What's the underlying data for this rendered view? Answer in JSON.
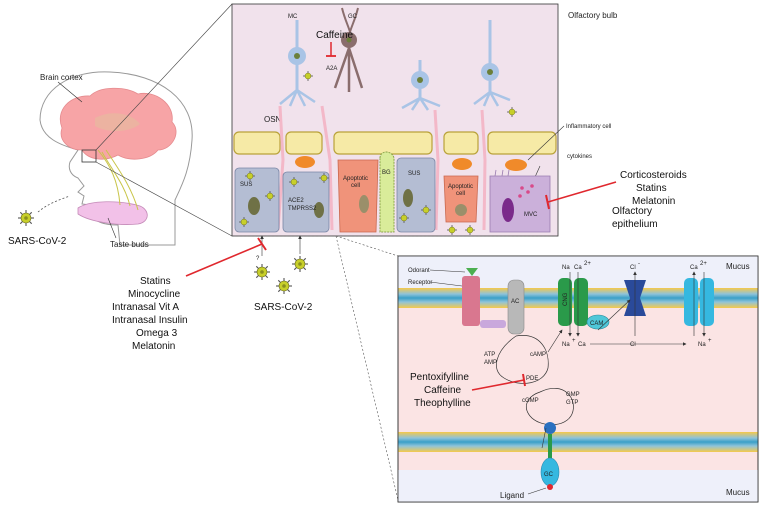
{
  "head": {
    "brain_cortex": "Brain cortex",
    "taste_buds": "Taste buds",
    "virus": "SARS-CoV-2"
  },
  "bulb": {
    "title": "Olfactory bulb",
    "mc": "MC",
    "gc": "GC",
    "caffeine": "Caffeine",
    "a2a": "A2A",
    "osn": "OSN"
  },
  "epithelium": {
    "title_line1": "Olfactory",
    "title_line2": "epithelium",
    "inflammatory_cell": "Inflammatory cell",
    "cytokines": "cytokines",
    "sus_left": "SUS",
    "sus_right": "SUS",
    "ace2": "ACE2",
    "tmprss2": "TMPRSS2",
    "apoptotic_left_1": "Apoptotic",
    "apoptotic_left_2": "cell",
    "apoptotic_right_1": "Apoptotic",
    "apoptotic_right_2": "cell",
    "bg": "BG",
    "mvc": "MVC",
    "question": "?",
    "virus": "SARS-CoV-2"
  },
  "drugs_left": [
    "Statins",
    "Minocycline",
    "Intranasal Vit A",
    "Intranasal Insulin",
    "Omega 3",
    "Melatonin"
  ],
  "drugs_right": [
    "Corticosteroids",
    "Statins",
    "Melatonin"
  ],
  "drugs_pde": [
    "Pentoxifylline",
    "Caffeine",
    "Theophylline"
  ],
  "signaling": {
    "mucus_top": "Mucus",
    "mucus_bottom": "Mucus",
    "odorant": "Odorant",
    "receptor": "Receptor",
    "ac": "AC",
    "cng": "CNG",
    "cam": "CAM",
    "na_top": "Na",
    "ca_top": "Ca",
    "ca_sup": "2+",
    "cl_top": "Cl",
    "cl_sup": "-",
    "ca_right": "Ca",
    "ca_right_sup": "2+",
    "na_in": "Na",
    "na_in_sup": "+",
    "ca_in": "Ca",
    "cl_in": "Cl",
    "na_right_in": "Na",
    "na_right_sup": "+",
    "atp": "ATP",
    "amp": "AMP",
    "camp": "cAMP",
    "pde": "PDE",
    "gmp": "GMP",
    "gtp": "GTP",
    "cgmp": "cGMP",
    "gc": "GC",
    "ligand": "Ligand"
  },
  "colors": {
    "bulb_bg": "#f1e2ec",
    "neuron_blue": "#a9c4e6",
    "neuron_pink": "#f3b8c8",
    "sus_gray": "#b4bdd3",
    "apoptotic": "#f0937a",
    "bg_green": "#d9ec9a",
    "membrane_yellow": "#f6eaa6",
    "virus": "#c7cf2a",
    "signal_bg_top": "#eef0fa",
    "signal_bg_mid": "#fbe4e4",
    "inhibit_red": "#e0282e"
  }
}
